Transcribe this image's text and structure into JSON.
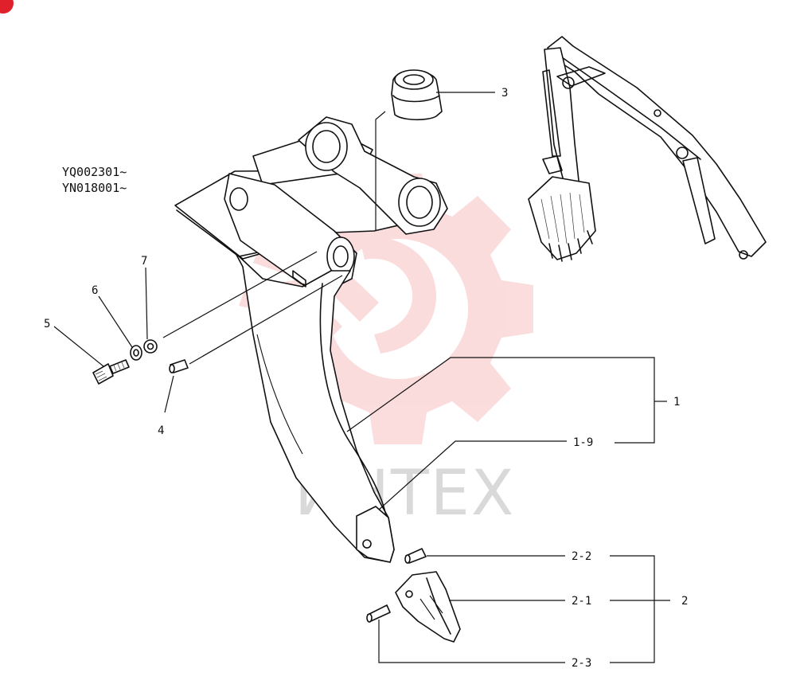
{
  "serials": [
    "YQ002301~",
    "YN018001~"
  ],
  "callouts": {
    "c1": "1",
    "c1_9": "1-9",
    "c2": "2",
    "c2_1": "2-1",
    "c2_2": "2-2",
    "c2_3": "2-3",
    "c3": "3",
    "c4": "4",
    "c5": "5",
    "c6": "6",
    "c7": "7"
  },
  "watermark": "ИНТЕХ",
  "colors": {
    "ink": "#111111",
    "watermark_red": "#e8353d",
    "watermark_gray": "#b9b9b9",
    "badge_red": "#e0202a"
  },
  "icons": {
    "badge": "red-corner-badge-icon",
    "watermark_logo": "gear-wrench-logo-icon"
  }
}
